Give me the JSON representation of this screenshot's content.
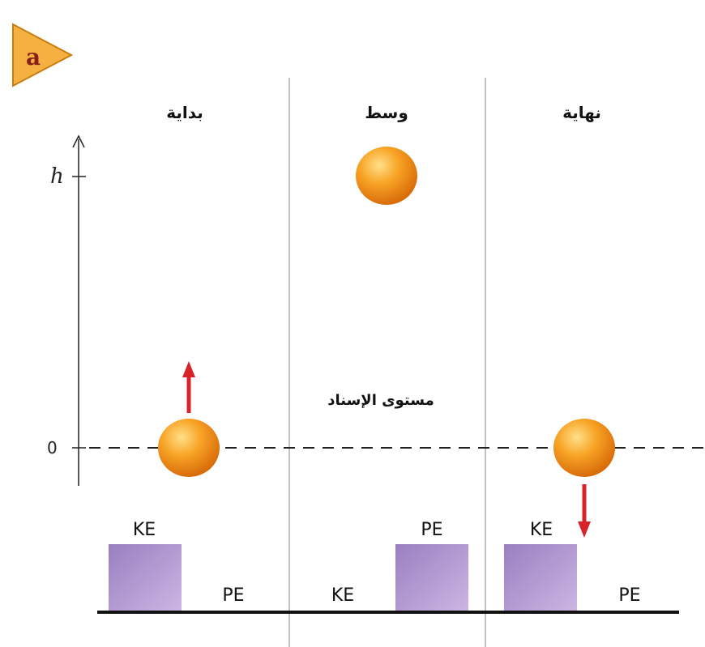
{
  "badge": {
    "label": "a",
    "color": "#f5a623"
  },
  "axis": {
    "h_label": "h",
    "zero_label": "0"
  },
  "reference_label": "مستوى الإسناد",
  "panels": [
    {
      "title": "بداية",
      "ball": "at-reference",
      "arrow": "up",
      "bars": [
        {
          "label": "KE",
          "level": 1
        },
        {
          "label": "PE",
          "level": 0
        }
      ]
    },
    {
      "title": "وسط",
      "ball": "at-top",
      "arrow": "none",
      "bars": [
        {
          "label": "KE",
          "level": 0
        },
        {
          "label": "PE",
          "level": 1
        }
      ]
    },
    {
      "title": "نهاية",
      "ball": "at-reference",
      "arrow": "down",
      "bars": [
        {
          "label": "KE",
          "level": 1
        },
        {
          "label": "PE",
          "level": 0
        }
      ]
    }
  ],
  "colors": {
    "bar": "#a88fc9",
    "arrow": "#d8232a",
    "ball": "#f08a14",
    "badge_text": "#8a1c1c"
  }
}
